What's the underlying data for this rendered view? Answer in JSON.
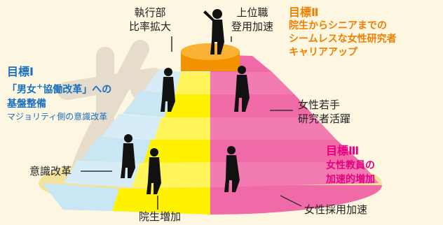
{
  "labels": {
    "top_left": [
      "執行部",
      "比率拡大"
    ],
    "top_right": [
      "上位職",
      "登用加速"
    ],
    "young_researchers": [
      "女性若手",
      "研究者活躍"
    ],
    "awareness": "意識改革",
    "grad_students": "院生増加",
    "hiring": "女性採用加速"
  },
  "goal1": {
    "title": "目標Ⅰ",
    "line1_a": "「男女",
    "line1_plus": "+",
    "line1_b": "協働改革」への",
    "line2": "基盤整備",
    "line3": "マジョリティ側の意識改革"
  },
  "goal2": {
    "title": "目標Ⅱ",
    "line1": "院生からシニアまでの",
    "line2": "シームレスな女性研究者",
    "line3": "キャリアアップ"
  },
  "goal3": {
    "title": "目標Ⅲ",
    "line1": "女性教員の",
    "line2": "加速的増加"
  },
  "colors": {
    "background": "#fdf7e2",
    "blue_steps": "#c9e6f4",
    "yellow_steps": "#fff200",
    "pink_steps": "#f06aa8",
    "orange_top": "#f7a21b",
    "goal1_text": "#1a6fc0",
    "goal2_text": "#ef7f00",
    "goal3_text": "#e4007f",
    "watermark": "#e6dccb"
  }
}
